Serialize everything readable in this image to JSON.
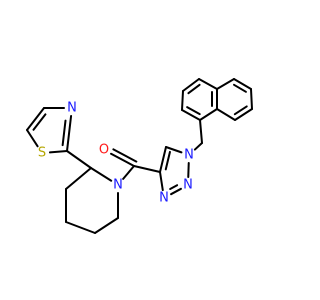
{
  "structure": {
    "atoms": [
      {
        "id": "S1",
        "label": "S",
        "color": "#b5a600"
      },
      {
        "id": "N_thz",
        "label": "N",
        "color": "#1a1aff"
      },
      {
        "id": "O1",
        "label": "O",
        "color": "#ff1a1a"
      },
      {
        "id": "N_pip",
        "label": "N",
        "color": "#1a1aff"
      },
      {
        "id": "N1_tri",
        "label": "N",
        "color": "#1a1aff"
      },
      {
        "id": "N2_tri",
        "label": "N",
        "color": "#1a1aff"
      },
      {
        "id": "N3_tri",
        "label": "N",
        "color": "#1a1aff"
      }
    ],
    "bond_color": "#000000",
    "background": "#ffffff"
  }
}
